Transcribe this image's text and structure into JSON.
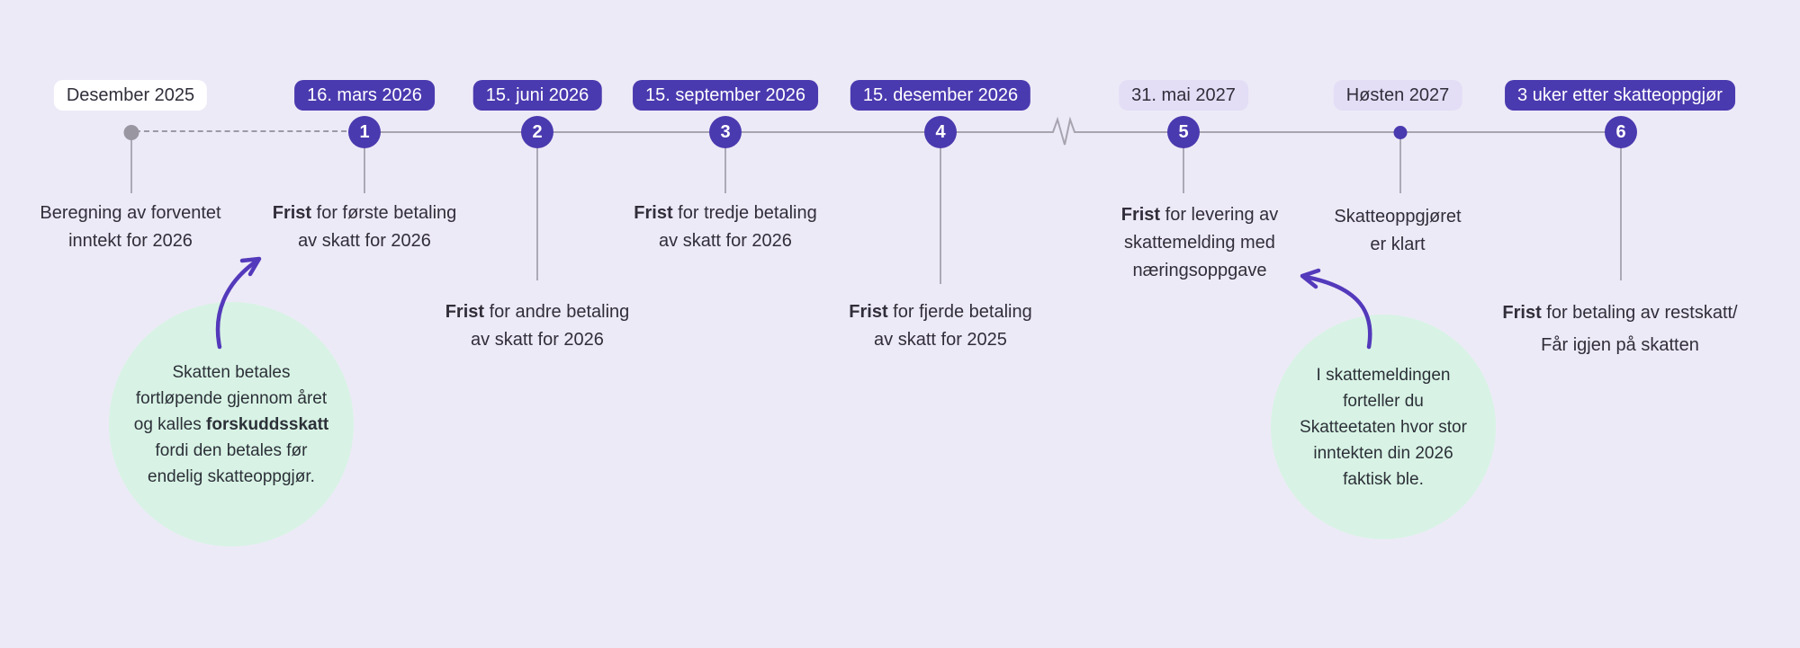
{
  "milestones": [
    {
      "date": "Desember 2025",
      "number": "",
      "l1_bold": "",
      "l1": "Beregning av forventet",
      "l2": "inntekt for 2026"
    },
    {
      "date": "16. mars 2026",
      "number": "1",
      "l1_bold": "Frist",
      "l1": " for første betaling",
      "l2": "av skatt for 2026"
    },
    {
      "date": "15. juni 2026",
      "number": "2",
      "l1_bold": "Frist",
      "l1": " for andre betaling",
      "l2": "av skatt for 2026"
    },
    {
      "date": "15. september 2026",
      "number": "3",
      "l1_bold": "Frist",
      "l1": " for tredje betaling",
      "l2": "av skatt for 2026"
    },
    {
      "date": "15. desember 2026",
      "number": "4",
      "l1_bold": "Frist",
      "l1": " for fjerde betaling",
      "l2": "av skatt for 2025"
    },
    {
      "date": "31. mai 2027",
      "number": "5",
      "l1_bold": "Frist",
      "l1": " for levering av",
      "l2": "skattemelding med",
      "l3": "næringsoppgave"
    },
    {
      "date": "Høsten 2027",
      "number": "",
      "l1_bold": "",
      "l1": "Skatteoppgjøret",
      "l2": "er klart"
    },
    {
      "date": "3 uker etter skatteoppgjør",
      "number": "6",
      "l1_bold": "Frist",
      "l1": " for betaling av restskatt/",
      "l2": "Får igjen på skatten"
    }
  ],
  "notes": [
    {
      "l1": "Skatten betales",
      "l2": "fortløpende gjennom året",
      "l3_pre": "og kalles ",
      "l3_bold": "forskuddsskatt",
      "l4": "fordi den betales før",
      "l5": "endelig skatteoppgjør."
    },
    {
      "l1": "I skattemeldingen",
      "l2": "forteller du",
      "l3": "Skatteetaten hvor stor",
      "l4": "inntekten din 2026",
      "l5": "faktisk ble."
    }
  ],
  "colors": {
    "accent_purple": "#4a3aaf",
    "background": "#edeaf7",
    "note_green": "#d8f3e5",
    "line_gray": "#a7a4b0",
    "text_dark": "#312e3a",
    "arrow_purple": "#5339bb",
    "pill_light": "#e3def6",
    "pill_white": "#ffffff"
  }
}
